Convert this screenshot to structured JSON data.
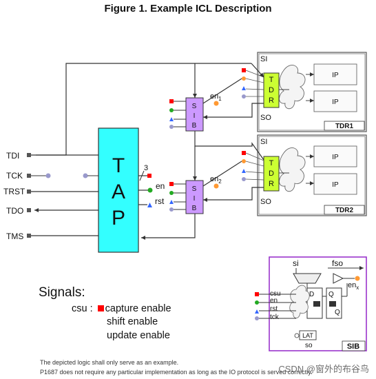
{
  "title": "Figure 1. Example ICL Description",
  "tap": {
    "letters": [
      "T",
      "A",
      "P"
    ],
    "bus_width": "3"
  },
  "ports": {
    "tdi": "TDI",
    "tck": "TCK",
    "trst": "TRST",
    "tdo": "TDO",
    "tms": "TMS"
  },
  "tap_outputs": {
    "en": "en",
    "rst": "rst"
  },
  "sib_letters": [
    "S",
    "I",
    "B"
  ],
  "tdr_letters": [
    "T",
    "D",
    "R"
  ],
  "en1": {
    "base": "en",
    "sub": "1"
  },
  "en2": {
    "base": "en",
    "sub": "2"
  },
  "si": "SI",
  "so": "SO",
  "ip": "IP",
  "tdr1_name": "TDR1",
  "tdr2_name": "TDR2",
  "sib_detail": {
    "si": "si",
    "fso": "fso",
    "csu": "csu",
    "en": "en",
    "rst": "rst",
    "tck": "tck",
    "lat": "LAT",
    "so": "so",
    "name": "SIB",
    "d": "D",
    "q": "Q",
    "enx_base": "en",
    "enx_sub": "x"
  },
  "signals": {
    "title": "Signals:",
    "csu_prefix": "csu :",
    "items": [
      "capture enable",
      "shift enable",
      "update enable"
    ]
  },
  "footnote": [
    "The depicted logic shall only serve as an example.",
    "P1687 does not require any particular implementation as long as the IO protocol is served correctly."
  ],
  "watermark": "CSDN @窗外的布谷鸟",
  "colors": {
    "tap": "#33ffff",
    "sib": "#cc99ff",
    "tdr": "#ccff33",
    "capture": "#ff0000",
    "shift": "#22aa22",
    "update": "#3366ff",
    "dot": "#9999cc",
    "en_dot": "#ff9933",
    "sib_border": "#9933cc"
  }
}
